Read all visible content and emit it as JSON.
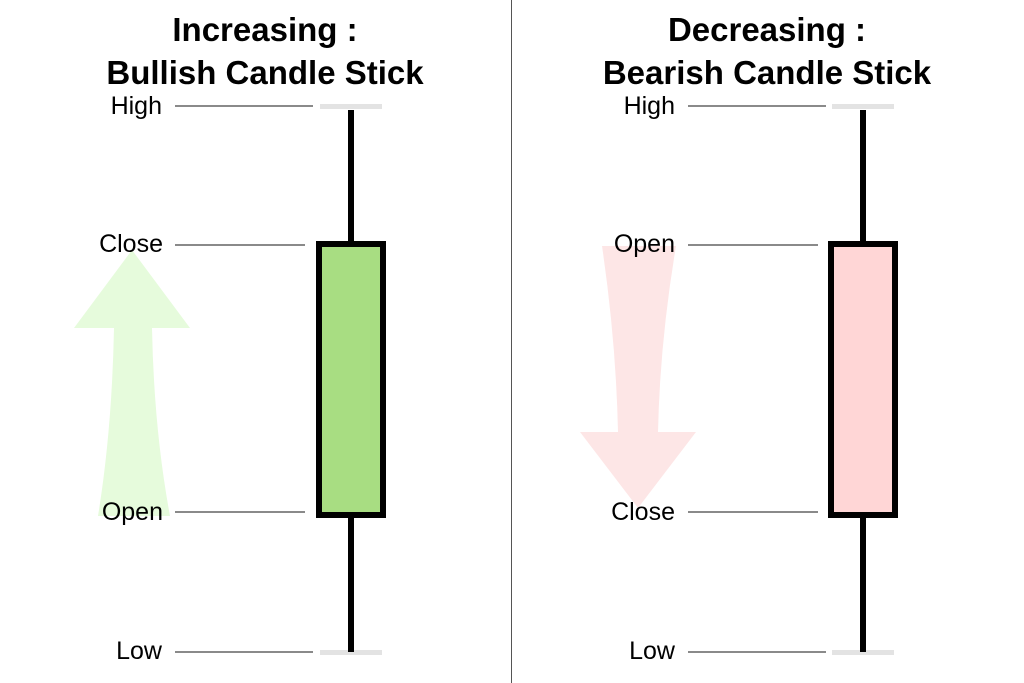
{
  "colors": {
    "bullish_body": "#a8dd82",
    "bearish_body": "#ffd6d6",
    "bullish_arrow": "#e6fbdc",
    "bearish_arrow": "#fde6e6",
    "outline": "#000000",
    "guide_line": "#8a8a8a",
    "cap_line": "#e3e3e3"
  },
  "bullish": {
    "title_line1": "Increasing :",
    "title_line2": "Bullish Candle Stick",
    "labels": {
      "high": "High",
      "top": "Close",
      "bottom": "Open",
      "low": "Low"
    },
    "arrow_direction": "up",
    "arrow_icon": "up-arrow-icon"
  },
  "bearish": {
    "title_line1": "Decreasing :",
    "title_line2": "Bearish Candle Stick",
    "labels": {
      "high": "High",
      "top": "Open",
      "bottom": "Close",
      "low": "Low"
    },
    "arrow_direction": "down",
    "arrow_icon": "down-arrow-icon"
  }
}
